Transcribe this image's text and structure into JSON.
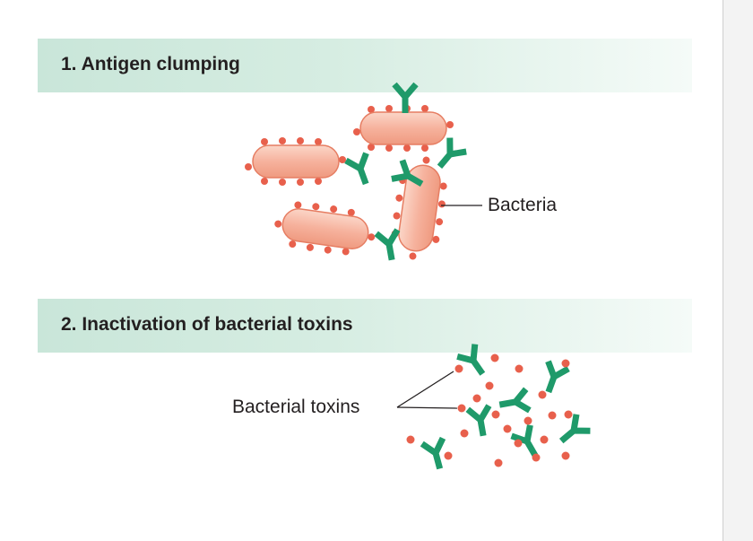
{
  "section1": {
    "title": "1. Antigen clumping"
  },
  "section2": {
    "title": "2. Inactivation of bacterial toxins"
  },
  "labels": {
    "bacteria": "Bacteria",
    "bacterial_toxins": "Bacterial toxins"
  },
  "colors": {
    "banner_green": "#c9e6d9",
    "bacteria_fill": "#f6b7a3",
    "bacteria_dots": "#e8604c",
    "antibody_green": "#1f9a6a",
    "toxin_red": "#e8604c"
  },
  "icons": [
    "bacterium-icon",
    "antibody-icon",
    "toxin-dot-icon"
  ]
}
